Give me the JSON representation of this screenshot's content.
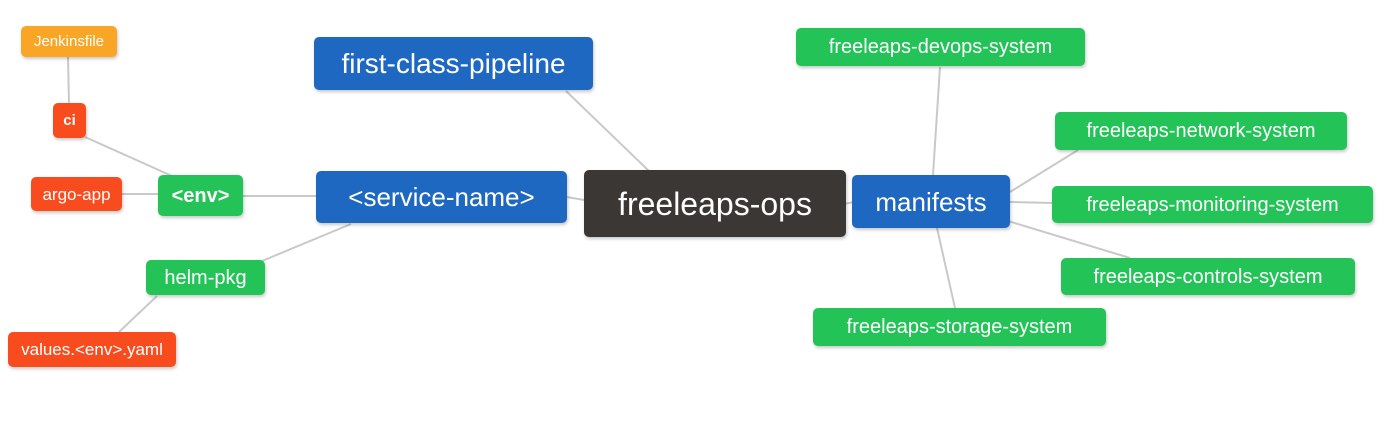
{
  "diagram": {
    "type": "mindmap",
    "root": "freeleaps_ops",
    "palette": {
      "blue": "#1f68c2",
      "green": "#23c358",
      "orange": "#f9a626",
      "red_orange": "#f84c1e",
      "dark": "#3b3734",
      "edge_gray": "#c9c9c9",
      "text": "#ffffff"
    },
    "nodes": {
      "jenkinsfile": {
        "label": "Jenkinsfile",
        "color": "#f9a626"
      },
      "ci": {
        "label": "ci",
        "color": "#f84c1e"
      },
      "argo_app": {
        "label": "argo-app",
        "color": "#f84c1e"
      },
      "env": {
        "label": "<env>",
        "color": "#23c358"
      },
      "helm_pkg": {
        "label": "helm-pkg",
        "color": "#23c358"
      },
      "values_yaml": {
        "label": "values.<env>.yaml",
        "color": "#f84c1e"
      },
      "pipeline": {
        "label": "first-class-pipeline",
        "color": "#1f68c2"
      },
      "service_name": {
        "label": "<service-name>",
        "color": "#1f68c2"
      },
      "freeleaps_ops": {
        "label": "freeleaps-ops",
        "color": "#3b3734"
      },
      "manifests": {
        "label": "manifests",
        "color": "#1f68c2"
      },
      "devops": {
        "label": "freeleaps-devops-system",
        "color": "#23c358"
      },
      "network": {
        "label": "freeleaps-network-system",
        "color": "#23c358"
      },
      "monitoring": {
        "label": "freeleaps-monitoring-system",
        "color": "#23c358"
      },
      "controls": {
        "label": "freeleaps-controls-system",
        "color": "#23c358"
      },
      "storage": {
        "label": "freeleaps-storage-system",
        "color": "#23c358"
      }
    },
    "edges": [
      [
        "jenkinsfile",
        "ci"
      ],
      [
        "ci",
        "env"
      ],
      [
        "argo_app",
        "env"
      ],
      [
        "env",
        "service_name"
      ],
      [
        "service_name",
        "helm_pkg"
      ],
      [
        "helm_pkg",
        "values_yaml"
      ],
      [
        "pipeline",
        "freeleaps_ops"
      ],
      [
        "service_name",
        "freeleaps_ops"
      ],
      [
        "freeleaps_ops",
        "manifests"
      ],
      [
        "manifests",
        "devops"
      ],
      [
        "manifests",
        "network"
      ],
      [
        "manifests",
        "monitoring"
      ],
      [
        "manifests",
        "controls"
      ],
      [
        "manifests",
        "storage"
      ]
    ]
  }
}
